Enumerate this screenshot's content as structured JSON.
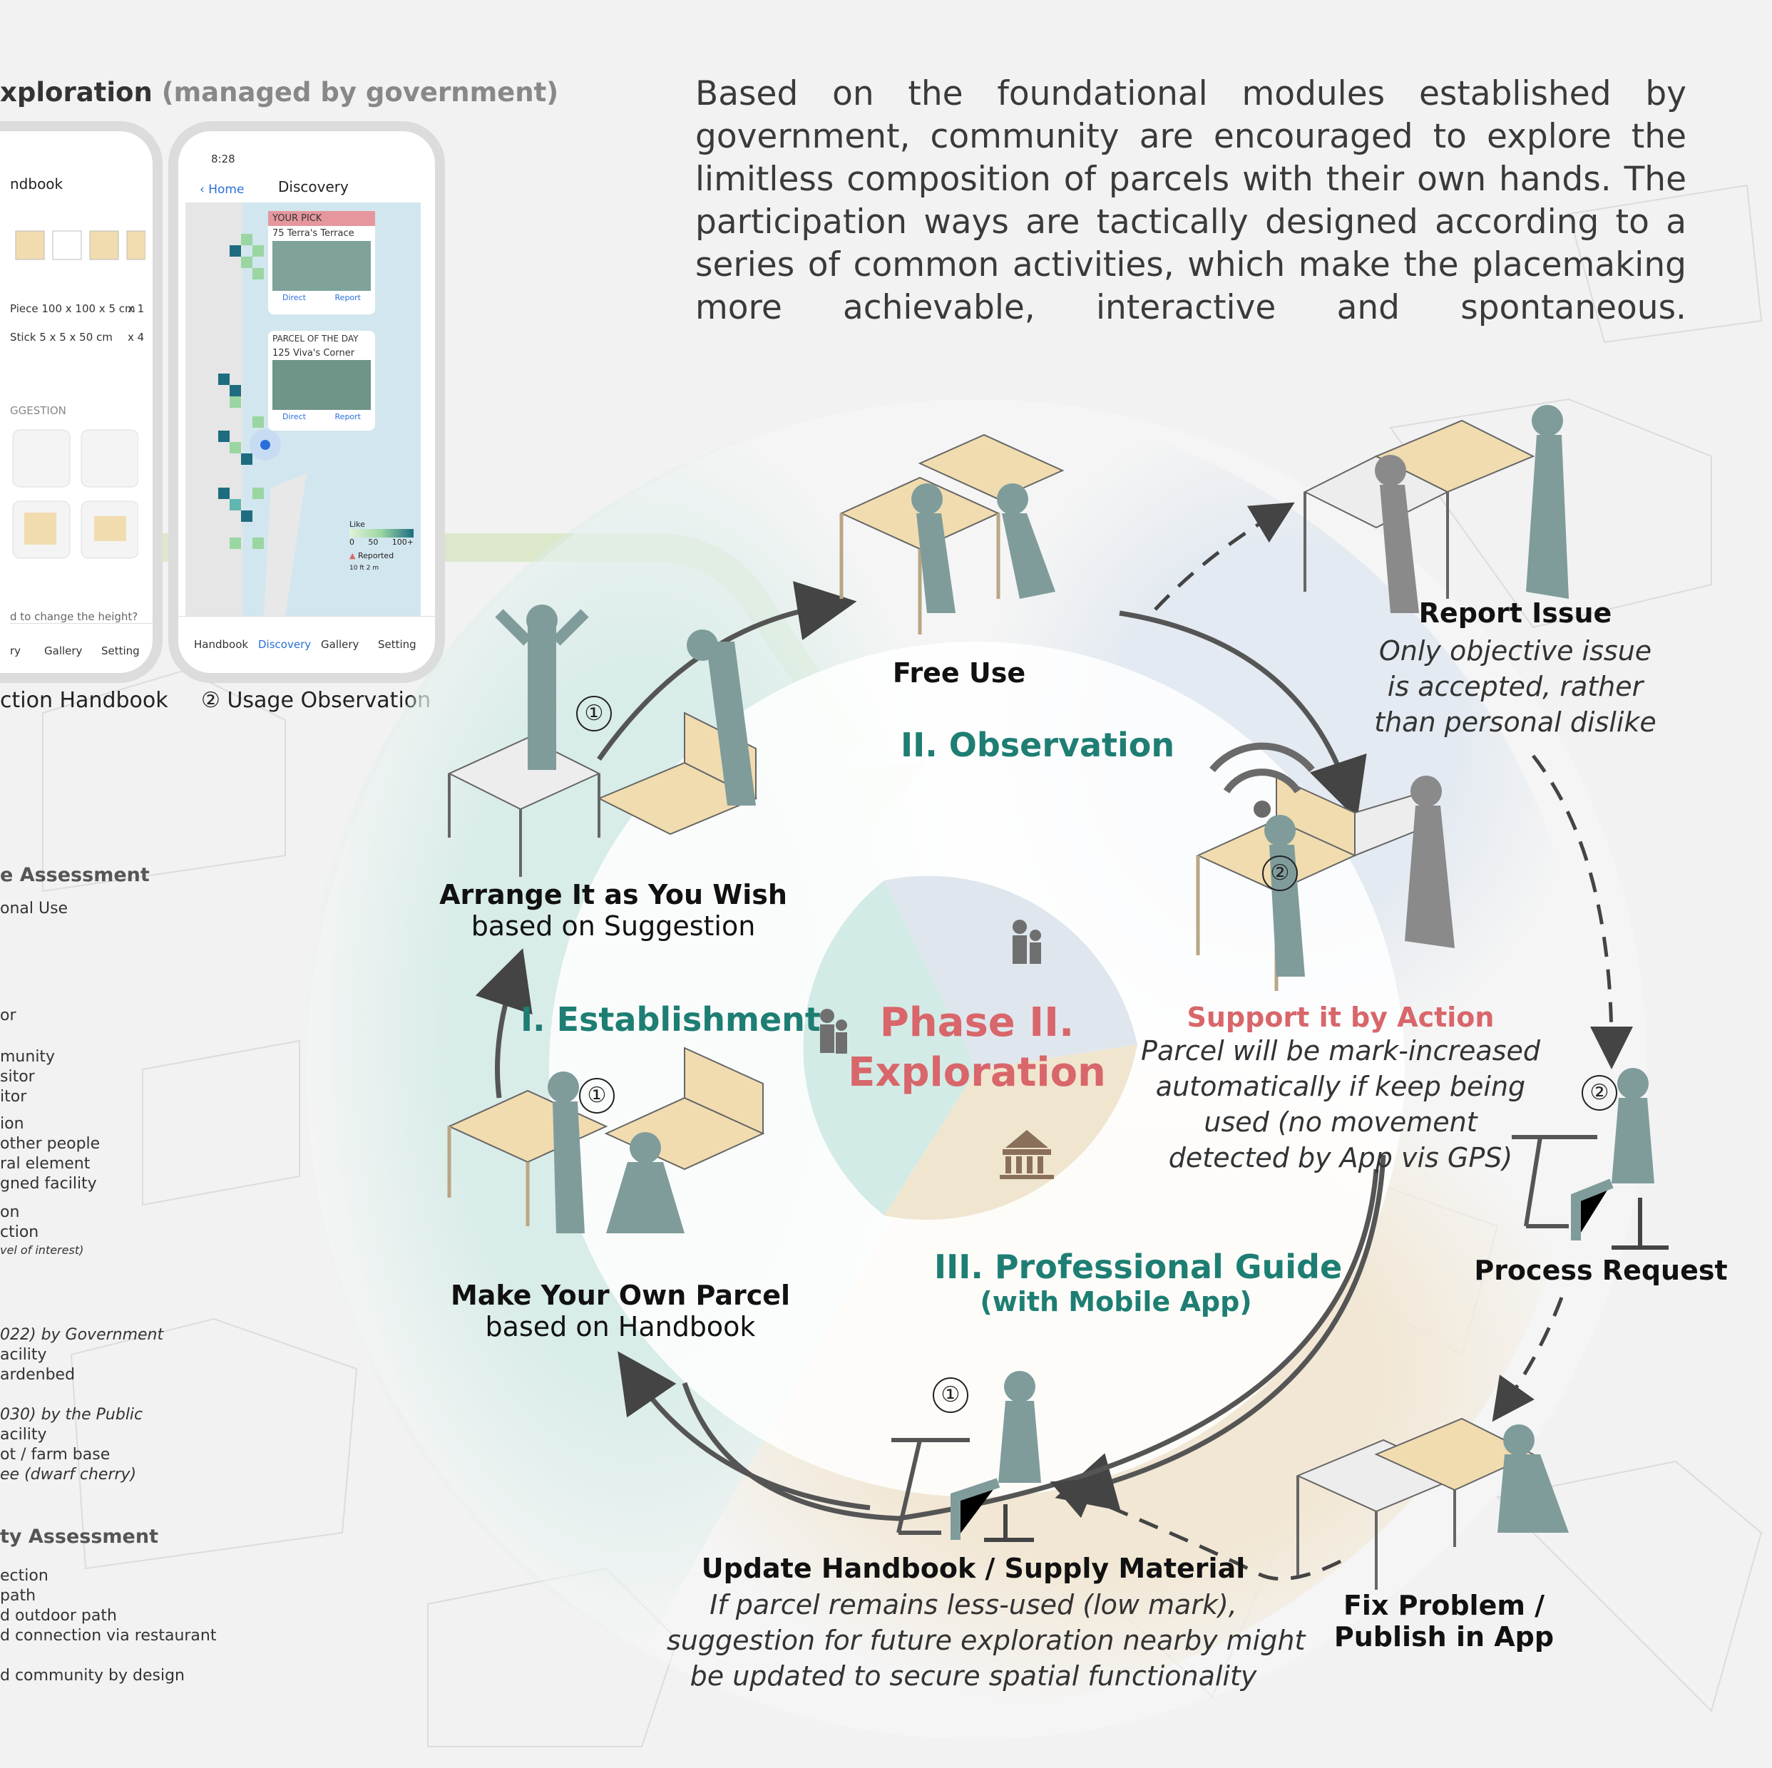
{
  "section": {
    "title": "xploration",
    "subtitle": "(managed by government)"
  },
  "intro_text": "Based on the foundational modules established by government, community are encouraged to explore the limitless composition of parcels with their own hands. The participation ways are tactically designed according to a series of common activities, which make the placemaking more achievable, interactive and spontaneous.",
  "phone1": {
    "title": "ndbook",
    "items": [
      {
        "name": "Piece 100 x 100 x 5 cm",
        "qty": "x 1"
      },
      {
        "name": "Stick 5 x 5 x 50 cm",
        "qty": "x 4"
      }
    ],
    "suggestion_label": "GGESTION",
    "bottom_text": "d to change the height?",
    "tabs": [
      "ry",
      "Gallery",
      "Setting"
    ],
    "caption": "ction Handbook"
  },
  "phone2": {
    "time": "8:28",
    "back_label": "Home",
    "title": "Discovery",
    "your_pick_label": "YOUR PICK",
    "pick": {
      "score": "75",
      "name": "Terra's Terrace",
      "direct": "Direct",
      "report": "Report"
    },
    "parcel_day_label": "PARCEL OF THE DAY",
    "day": {
      "score": "125",
      "name": "Viva's Corner",
      "direct": "Direct",
      "report": "Report"
    },
    "legend": {
      "like": "Like",
      "ticks": [
        "0",
        "50",
        "100+"
      ],
      "reported": "Reported"
    },
    "scale": {
      "ft": "10 ft",
      "m": "2 m"
    },
    "tabs": [
      "Handbook",
      "Discovery",
      "Gallery",
      "Setting"
    ],
    "caption_num": "②",
    "caption": "Usage Observation"
  },
  "left_list": [
    {
      "text": "e Assessment",
      "h": true
    },
    {
      "text": "onal Use"
    },
    {
      "text": "or"
    },
    {
      "text": "munity"
    },
    {
      "text": "sitor"
    },
    {
      "text": "itor"
    },
    {
      "text": "ion"
    },
    {
      "text": "other people"
    },
    {
      "text": "ral element"
    },
    {
      "text": "gned facility"
    },
    {
      "text": "on"
    },
    {
      "text": "ction"
    },
    {
      "text": "vel of interest)"
    },
    {
      "text": "022) by Government"
    },
    {
      "text": "acility"
    },
    {
      "text": "ardenbed"
    },
    {
      "text": "030) by the Public"
    },
    {
      "text": "acility"
    },
    {
      "text": "ot / farm base"
    },
    {
      "text": "ee (dwarf cherry)"
    },
    {
      "text": "ty Assessment",
      "h": true
    },
    {
      "text": "ection"
    },
    {
      "text": " path"
    },
    {
      "text": "d outdoor path"
    },
    {
      "text": "d connection via restaurant"
    },
    {
      "text": "d community by design"
    }
  ],
  "center": {
    "line1": "Phase II.",
    "line2": "Exploration"
  },
  "phases": {
    "establishment": "I. Establishment",
    "observation": "II. Observation",
    "guide": "III. Professional Guide",
    "guide_sub": "(with Mobile App)"
  },
  "steps": {
    "free_use": "Free Use",
    "arrange_title": "Arrange It as You Wish",
    "arrange_sub": "based on Suggestion",
    "make_title": "Make Your Own Parcel",
    "make_sub": "based on Handbook",
    "support_title": "Support it by Action",
    "support_text": [
      "Parcel will be mark-increased",
      "automatically if keep being",
      "used (no movement",
      "detected by App vis GPS)"
    ],
    "report_title": "Report Issue",
    "report_text": [
      "Only objective issue",
      "is accepted, rather",
      "than personal dislike"
    ],
    "process_title": "Process Request",
    "fix_title": [
      "Fix Problem /",
      "Publish in App"
    ],
    "update_title": "Update Handbook / Supply Material",
    "update_text": [
      "If parcel remains less-used (low mark),",
      "suggestion for future exploration nearby might",
      "be updated to secure spatial functionality"
    ]
  },
  "markers": [
    "①",
    "②"
  ],
  "colors": {
    "teal": "#1e7e73",
    "red": "#d8666a",
    "wood": "#f1dcb0",
    "figure": "#7f9c9b",
    "grey_figure": "#8a8a8a"
  }
}
